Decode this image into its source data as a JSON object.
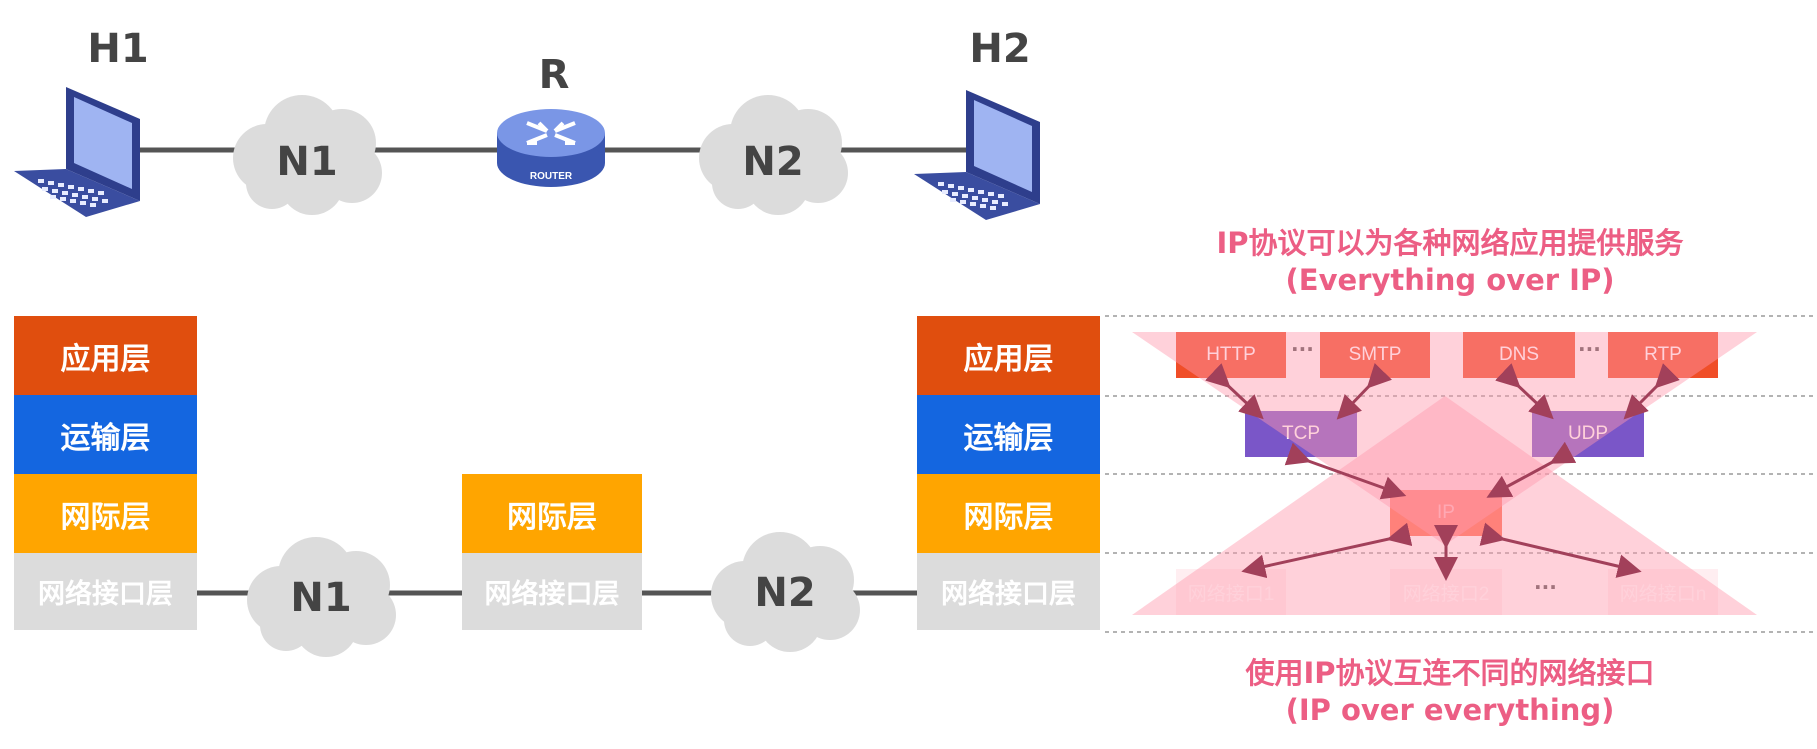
{
  "top": {
    "hosts": [
      {
        "label": "H1"
      },
      {
        "label": "H2"
      }
    ],
    "router": {
      "label": "R",
      "badge": "ROUTER"
    },
    "clouds": [
      {
        "label": "N1"
      },
      {
        "label": "N2"
      }
    ]
  },
  "stacks": {
    "left": [
      "应用层",
      "运输层",
      "网际层",
      "网络接口层"
    ],
    "middle": [
      "网际层",
      "网络接口层"
    ],
    "right": [
      "应用层",
      "运输层",
      "网际层",
      "网络接口层"
    ]
  },
  "bottom_clouds": [
    {
      "label": "N1"
    },
    {
      "label": "N2"
    }
  ],
  "hourglass": {
    "title_line1": "IP协议可以为各种网络应用提供服务",
    "title_line2": "(Everything over IP)",
    "app_protocols": [
      "HTTP",
      "SMTP",
      "DNS",
      "RTP"
    ],
    "transport_protocols": [
      "TCP",
      "UDP"
    ],
    "network_protocol": "IP",
    "interfaces": [
      "网络接口1",
      "网络接口2",
      "网络接口n"
    ],
    "ellipsis": "···",
    "bottom_line1": "使用IP协议互连不同的网络接口",
    "bottom_line2": "(IP over everything)"
  },
  "colors": {
    "application": "#e04e0e",
    "transport": "#1466e0",
    "network": "#ffa500",
    "interface": "#dcdcdc",
    "caption": "#ec5e84",
    "hourglass_fill": "#ff9aac"
  }
}
